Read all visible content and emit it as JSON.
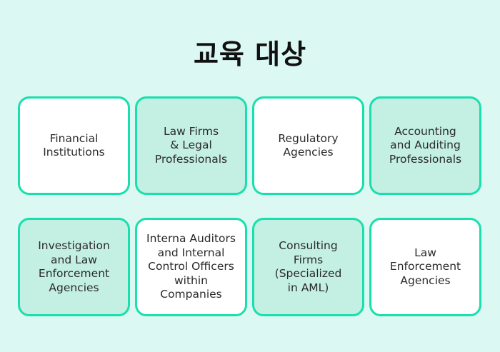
{
  "header": {
    "title": "교육 대상"
  },
  "colors": {
    "background": "#dcf8f2",
    "card_border": "#19dfae",
    "card_white": "#ffffff",
    "card_tint": "#c4efe3"
  },
  "cards": [
    {
      "label": "Financial\nInstitutions",
      "style": "white"
    },
    {
      "label": "Law Firms\n& Legal\nProfessionals",
      "style": "tint"
    },
    {
      "label": "Regulatory\nAgencies",
      "style": "white"
    },
    {
      "label": "Accounting\nand Auditing\nProfessionals",
      "style": "tint"
    },
    {
      "label": "Investigation\nand Law\nEnforcement\nAgencies",
      "style": "tint"
    },
    {
      "label": "Interna Auditors\nand Internal\nControl Officers\nwithin\nCompanies",
      "style": "white"
    },
    {
      "label": "Consulting\nFirms\n(Specialized\nin AML)",
      "style": "tint"
    },
    {
      "label": "Law\nEnforcement\nAgencies",
      "style": "white"
    }
  ]
}
